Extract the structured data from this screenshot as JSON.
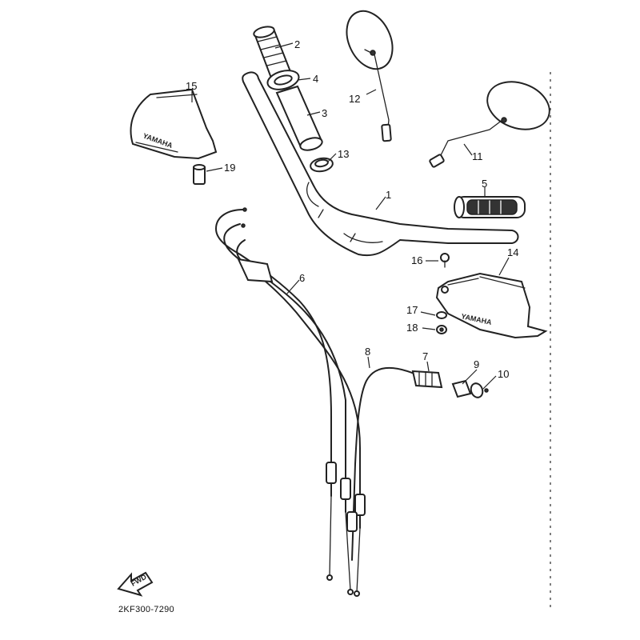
{
  "diagram": {
    "part_code": "2KF300-7290",
    "brand_mark": "YAMAHA",
    "front_arrow_label": "FWD",
    "callouts": {
      "c1": "1",
      "c2": "2",
      "c3": "3",
      "c4": "4",
      "c5": "5",
      "c6": "6",
      "c7": "7",
      "c8": "8",
      "c9": "9",
      "c10": "10",
      "c11": "11",
      "c12": "12",
      "c13": "13",
      "c14": "14",
      "c15": "15",
      "c16": "16",
      "c17": "17",
      "c18": "18",
      "c19": "19"
    }
  }
}
